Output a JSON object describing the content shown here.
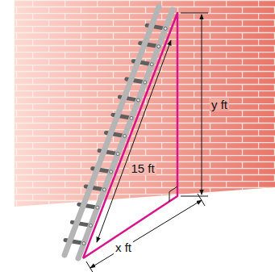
{
  "diagram": {
    "labels": [
      "15 ft",
      "y ft",
      "x ft"
    ]
  }
}
